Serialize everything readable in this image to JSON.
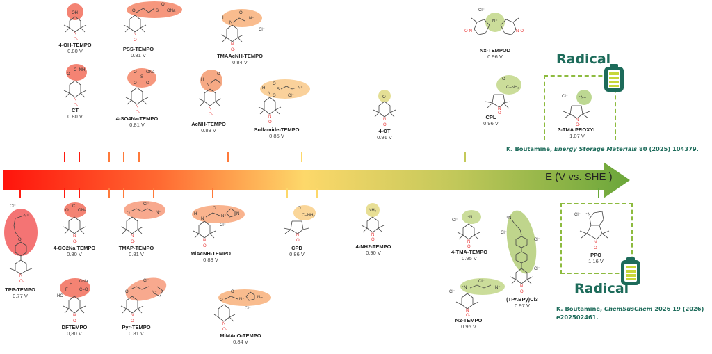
{
  "axis": {
    "label": "E (V vs. SHE )",
    "gradient": [
      "#ff1a0f",
      "#ff7a3a",
      "#fdd86a",
      "#c4c95a",
      "#6aa83a"
    ]
  },
  "top_molecules": [
    {
      "name": "4-OH-TEMPO",
      "potential": "0.80 V",
      "group": "OH",
      "color": "#f26d5b"
    },
    {
      "name": "CT",
      "potential": "0.80 V",
      "group": "O=C–NH2",
      "color": "#f26d5b"
    },
    {
      "name": "PSS-TEMPO",
      "potential": "0.81 V",
      "group": "O(CH2)3SO3Na",
      "color": "#f58566"
    },
    {
      "name": "4-SO4Na-TEMPO",
      "potential": "0.81 V",
      "group": "OSO3Na",
      "color": "#f58566"
    },
    {
      "name": "TMAAcNH-TEMPO",
      "potential": "0.84 V",
      "group": "NHCOCH2NMe3+ Cl-",
      "color": "#f8b07a"
    },
    {
      "name": "AcNH-TEMPO",
      "potential": "0.83 V",
      "group": "NHAc",
      "color": "#f59a6e"
    },
    {
      "name": "Sulfamide-TEMPO",
      "potential": "0.85 V",
      "group": "NHSO2(CH2)3NMe3+ Cl-",
      "color": "#f9c98a"
    },
    {
      "name": "4-OT",
      "potential": "0.91 V",
      "group": "O",
      "color": "#e1dc8a"
    },
    {
      "name": "Nx-TEMPOD",
      "potential": "0.96 V",
      "group": "NMe2+ Cl-",
      "color": "#c5d98f"
    },
    {
      "name": "CPL",
      "potential": "0.96 V",
      "group": "C(=O)NH2",
      "color": "#c5d98f"
    },
    {
      "name": "3-TMA PROXYL",
      "potential": "1.07 V",
      "group": "NMe3+ Cl-",
      "color": "#b6d486"
    }
  ],
  "bottom_molecules": [
    {
      "name": "TPP-TEMPO",
      "potential": "0.77 V",
      "group": "Ph-O(CH2)3NMe3+ Cl-",
      "color": "#f25c5c"
    },
    {
      "name": "4-CO2Na TEMPO",
      "potential": "0.80 V",
      "group": "CO2Na",
      "color": "#f26d5b"
    },
    {
      "name": "DFTEMPO",
      "potential": "0,80 V",
      "group": "CF2CO2Na OH",
      "color": "#f26d5b"
    },
    {
      "name": "TMAP-TEMPO",
      "potential": "0.81 V",
      "group": "O(CH2)3NMe3+ Cl-",
      "color": "#f79a7a"
    },
    {
      "name": "Pyr-TEMPO",
      "potential": "0.81 V",
      "group": "O(CH2)3-pyrrolidinium Cl-",
      "color": "#f79a7a"
    },
    {
      "name": "MiAcNH-TEMPO",
      "potential": "0.83 V",
      "group": "NHCOCH2-imidazolium Cl-",
      "color": "#f8a67a"
    },
    {
      "name": "MiMAcO-TEMPO",
      "potential": "0.84 V",
      "group": "OCOCH2-imidazolium Cl-",
      "color": "#f8b07a"
    },
    {
      "name": "CPD",
      "potential": "0.86 V",
      "group": "C(=O)–NH2",
      "color": "#f9d28e"
    },
    {
      "name": "4-NH2-TEMPO",
      "potential": "0.90 V",
      "group": "NH2",
      "color": "#e6dc8a"
    },
    {
      "name": "4-TMA-TEMPO",
      "potential": "0.95 V",
      "group": "NMe3+ Cl-",
      "color": "#c5d98f"
    },
    {
      "name": "N2-TEMPO",
      "potential": "0.95 V",
      "group": "NMe2(CH2)3NMe3+ 2Cl-",
      "color": "#c5d98f"
    },
    {
      "name": "(TPABPy)Cl3",
      "potential": "0.97 V",
      "group": "bipyridinium",
      "color": "#b8d080"
    },
    {
      "name": "PPO",
      "potential": "1.16 V",
      "group": "pyridinium Cl-",
      "color": "#ffffff"
    }
  ],
  "callouts": {
    "top_title": "Radical",
    "bottom_title": "Radical",
    "top_ref_author": "K. Boutamine, ",
    "top_ref_journal": "Energy Storage Materials",
    "top_ref_rest": " 80 (2025) 104379.",
    "bottom_ref_author": "K. Boutamine, ",
    "bottom_ref_journal": "ChemSusChem",
    "bottom_ref_rest_line1": " 2026 19 (2026)",
    "bottom_ref_rest_line2": "e202502461.",
    "accent_color": "#1d6b5a",
    "dash_color": "#8dbb3f"
  }
}
